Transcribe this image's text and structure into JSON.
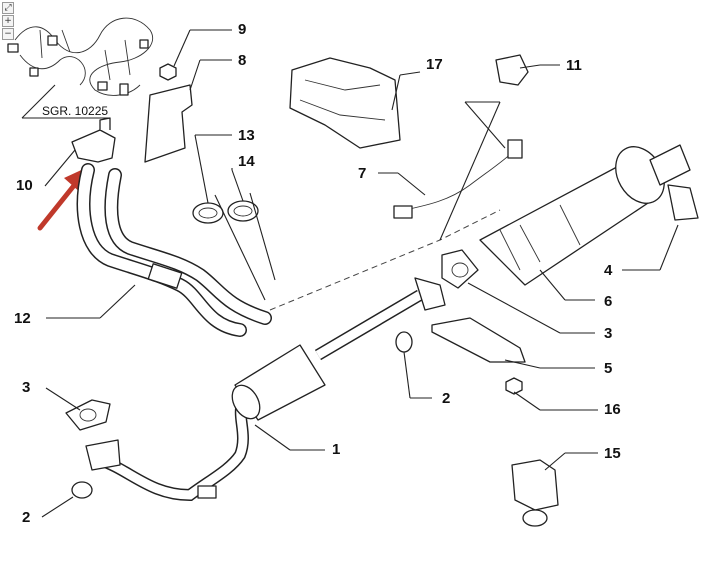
{
  "callouts": [
    "1",
    "2",
    "2",
    "3",
    "3",
    "4",
    "5",
    "6",
    "7",
    "8",
    "9",
    "10",
    "11",
    "12",
    "13",
    "14",
    "15",
    "16",
    "17"
  ],
  "harness_ref": "SGR. 10225",
  "colors": {
    "highlight_arrow": "#c0392b",
    "line": "#222222",
    "background": "#ffffff"
  },
  "toolbar_icons": [
    "expand-icon",
    "zoom-in-icon",
    "zoom-out-icon"
  ]
}
